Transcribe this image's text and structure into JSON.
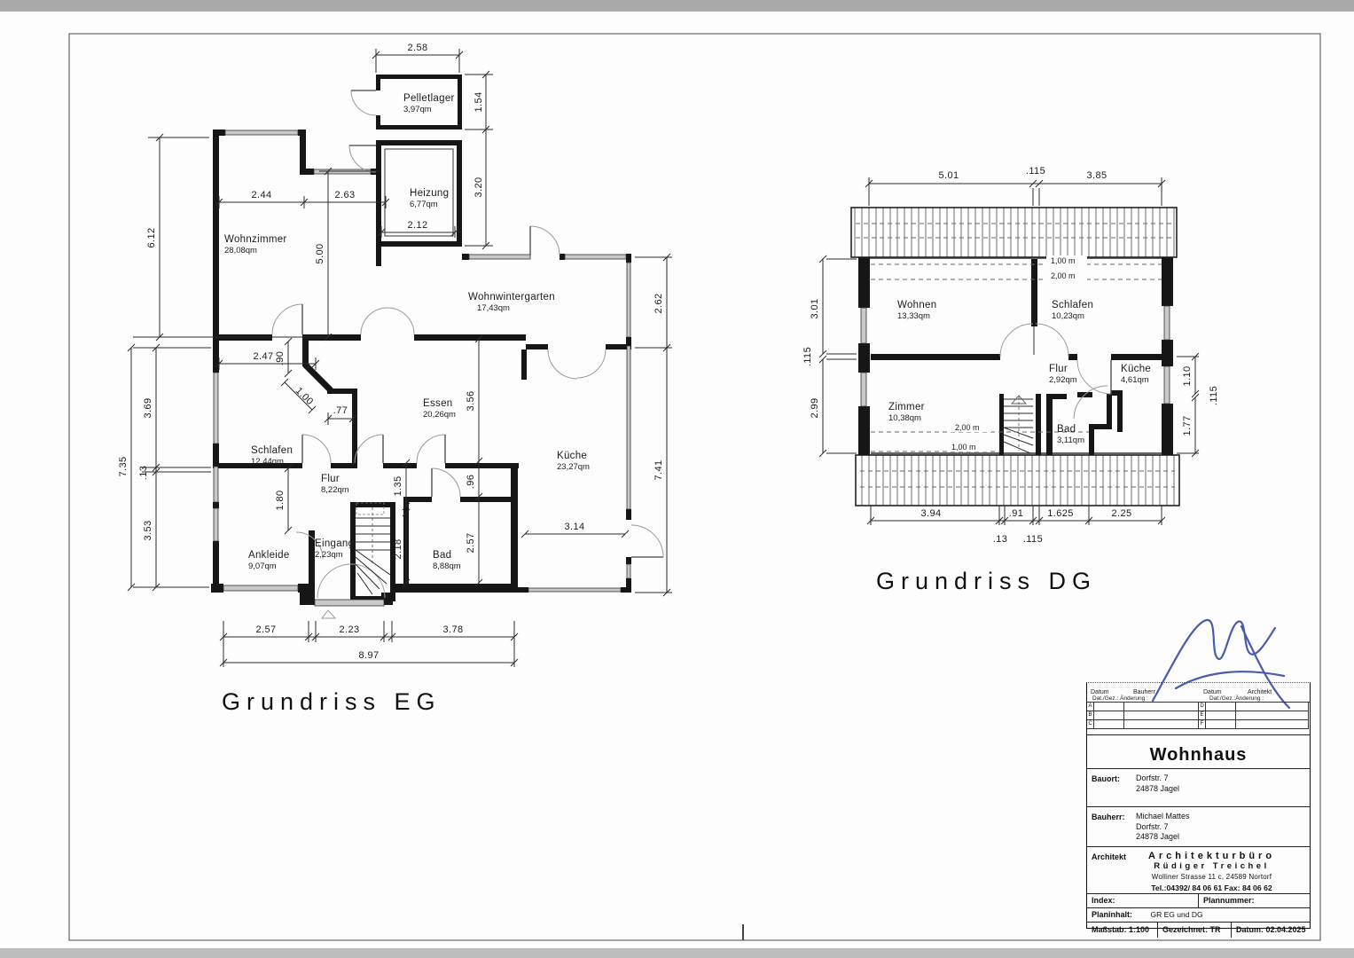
{
  "eg": {
    "title": "Grundriss EG",
    "rooms": {
      "pelletlager": {
        "n": "Pelletlager",
        "a": "3,97qm"
      },
      "heizung": {
        "n": "Heizung",
        "a": "6,77qm"
      },
      "wohnzimmer": {
        "n": "Wohnzimmer",
        "a": "28,08qm"
      },
      "wohnwintergarten": {
        "n": "Wohnwintergarten",
        "a": "17,43qm"
      },
      "essen": {
        "n": "Essen",
        "a": "20,26qm"
      },
      "schlafen": {
        "n": "Schlafen",
        "a": "12,44qm"
      },
      "flur": {
        "n": "Flur",
        "a": "8,22qm"
      },
      "kueche": {
        "n": "Küche",
        "a": "23,27qm"
      },
      "ankleide": {
        "n": "Ankleide",
        "a": "9,07qm"
      },
      "eingang": {
        "n": "Eingang",
        "a": "2,23qm"
      },
      "bad": {
        "n": "Bad",
        "a": "8,88qm"
      }
    },
    "dims": {
      "w258": "2.58",
      "h154": "1.54",
      "h320": "3.20",
      "w212": "2.12",
      "w244": "2.44",
      "w263": "2.63",
      "h612": "6.12",
      "h500": "5.00",
      "h262": "2.62",
      "h741": "7.41",
      "h356": "3.56",
      "h96": ".96",
      "h257": "2.57",
      "w247": "2.47",
      "h90": ".90",
      "d100": "1.00",
      "w77": ".77",
      "h735": "7.35",
      "h369": "3.69",
      "h13": ".13",
      "h353": "3.53",
      "h180": "1.80",
      "h135": "1.35",
      "h218": "2.18",
      "w314": "3.14",
      "b257": "2.57",
      "b223": "2.23",
      "b378": "3.78",
      "b897": "8.97"
    }
  },
  "dg": {
    "title": "Grundriss DG",
    "rooms": {
      "wohnen": {
        "n": "Wohnen",
        "a": "13,33qm"
      },
      "schlafen": {
        "n": "Schlafen",
        "a": "10,23qm"
      },
      "flur": {
        "n": "Flur",
        "a": "2,92qm"
      },
      "kueche": {
        "n": "Küche",
        "a": "4,61qm"
      },
      "zimmer": {
        "n": "Zimmer",
        "a": "10,38qm"
      },
      "bad": {
        "n": "Bad",
        "a": "3,11qm"
      }
    },
    "dims": {
      "w501": "5.01",
      "w115t": ".115",
      "w385": "3.85",
      "h301": "3.01",
      "h115l": ".115",
      "h299": "2.99",
      "h110": "1.10",
      "h115r": ".115",
      "h177": "1.77",
      "b394": "3.94",
      "b91": ".91",
      "b1625": "1.625",
      "b225": "2.25",
      "b13": ".13",
      "b115": ".115",
      "l100a": "1,00 m",
      "l200a": "2,00 m",
      "l200b": "2,00 m",
      "l100b": "1,00 m"
    }
  },
  "titleblock": {
    "rev": {
      "datum1": "Datum",
      "bauherr": "Bauherr",
      "datum2": "Datum",
      "architekt": "Architekt",
      "aenderung1": "Dat./Gez.:  Änderung :",
      "aenderung2": "Dat./Gez.:Änderung :",
      "rows_left": [
        "A",
        "B",
        "C"
      ],
      "rows_right": [
        "D",
        "E",
        "F"
      ]
    },
    "title": "Wohnhaus",
    "bauort": {
      "label": "Bauort:",
      "line1": "Dorfstr. 7",
      "line2": "24878 Jagel"
    },
    "bauherr": {
      "label": "Bauherr:",
      "line1": "Michael Mattes",
      "line2": "Dorfstr. 7",
      "line3": "24878 Jagel"
    },
    "architekt": {
      "label": "Architekt",
      "name1": "Architekturbüro",
      "name2": "Rüdiger Treichel",
      "addr": "Wolliner Strasse 11 c,  24589 Nortorf",
      "tel": "Tel.:04392/ 84 06 61   Fax: 84 06 62"
    },
    "index_label": "Index:",
    "plannummer_label": "Plannummer:",
    "planinhalt": {
      "label": "Planinhalt:",
      "value": "GR EG und DG"
    },
    "massstab": {
      "label": "Maßstab:",
      "value": "1:100"
    },
    "gezeichnet": {
      "label": "Gezeichnet:",
      "value": "TR"
    },
    "datum": {
      "label": "Datum:",
      "value": "02.04.2025"
    }
  }
}
